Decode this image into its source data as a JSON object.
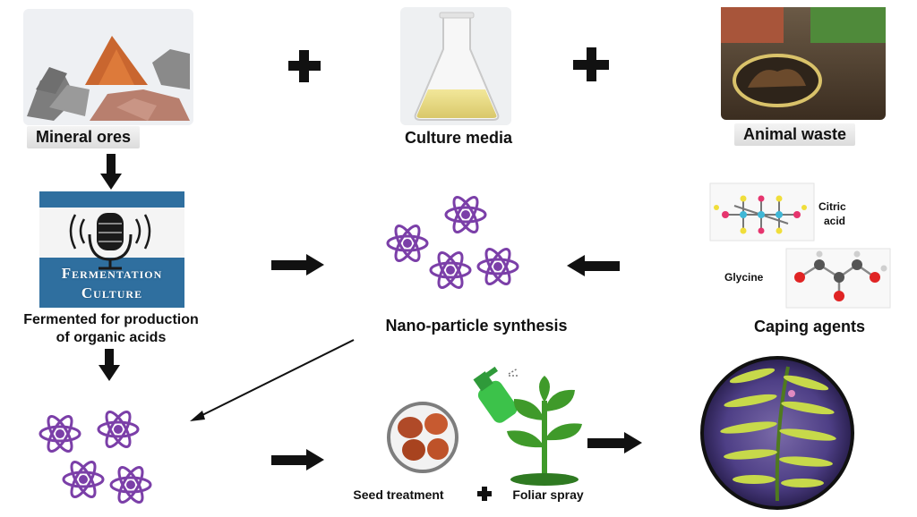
{
  "sources": {
    "mineral_ores": "Mineral ores",
    "culture_media": "Culture media",
    "animal_waste": "Animal waste"
  },
  "fermentation": {
    "badge_line1": "Fermentation",
    "badge_line2": "Culture",
    "caption_line1": "Fermented for production",
    "caption_line2": "of organic acids"
  },
  "synthesis": {
    "label": "Nano-particle synthesis"
  },
  "capping": {
    "label": "Caping agents",
    "citric_acid_line1": "Citric",
    "citric_acid_line2": "acid",
    "glycine": "Glycine"
  },
  "application": {
    "seed_treatment": "Seed treatment",
    "foliar_spray": "Foliar spray"
  },
  "colors": {
    "atom": "#7b3fa8",
    "fermentation_blue": "#2f6f9f",
    "arrow": "#111111",
    "plant_green": "#3f9a2a"
  },
  "icons": [
    "plus-icon",
    "arrow-icon",
    "atom-icon",
    "microphone-icon",
    "flask-icon",
    "spray-bottle-icon",
    "seedling-icon",
    "molecule-icon"
  ]
}
